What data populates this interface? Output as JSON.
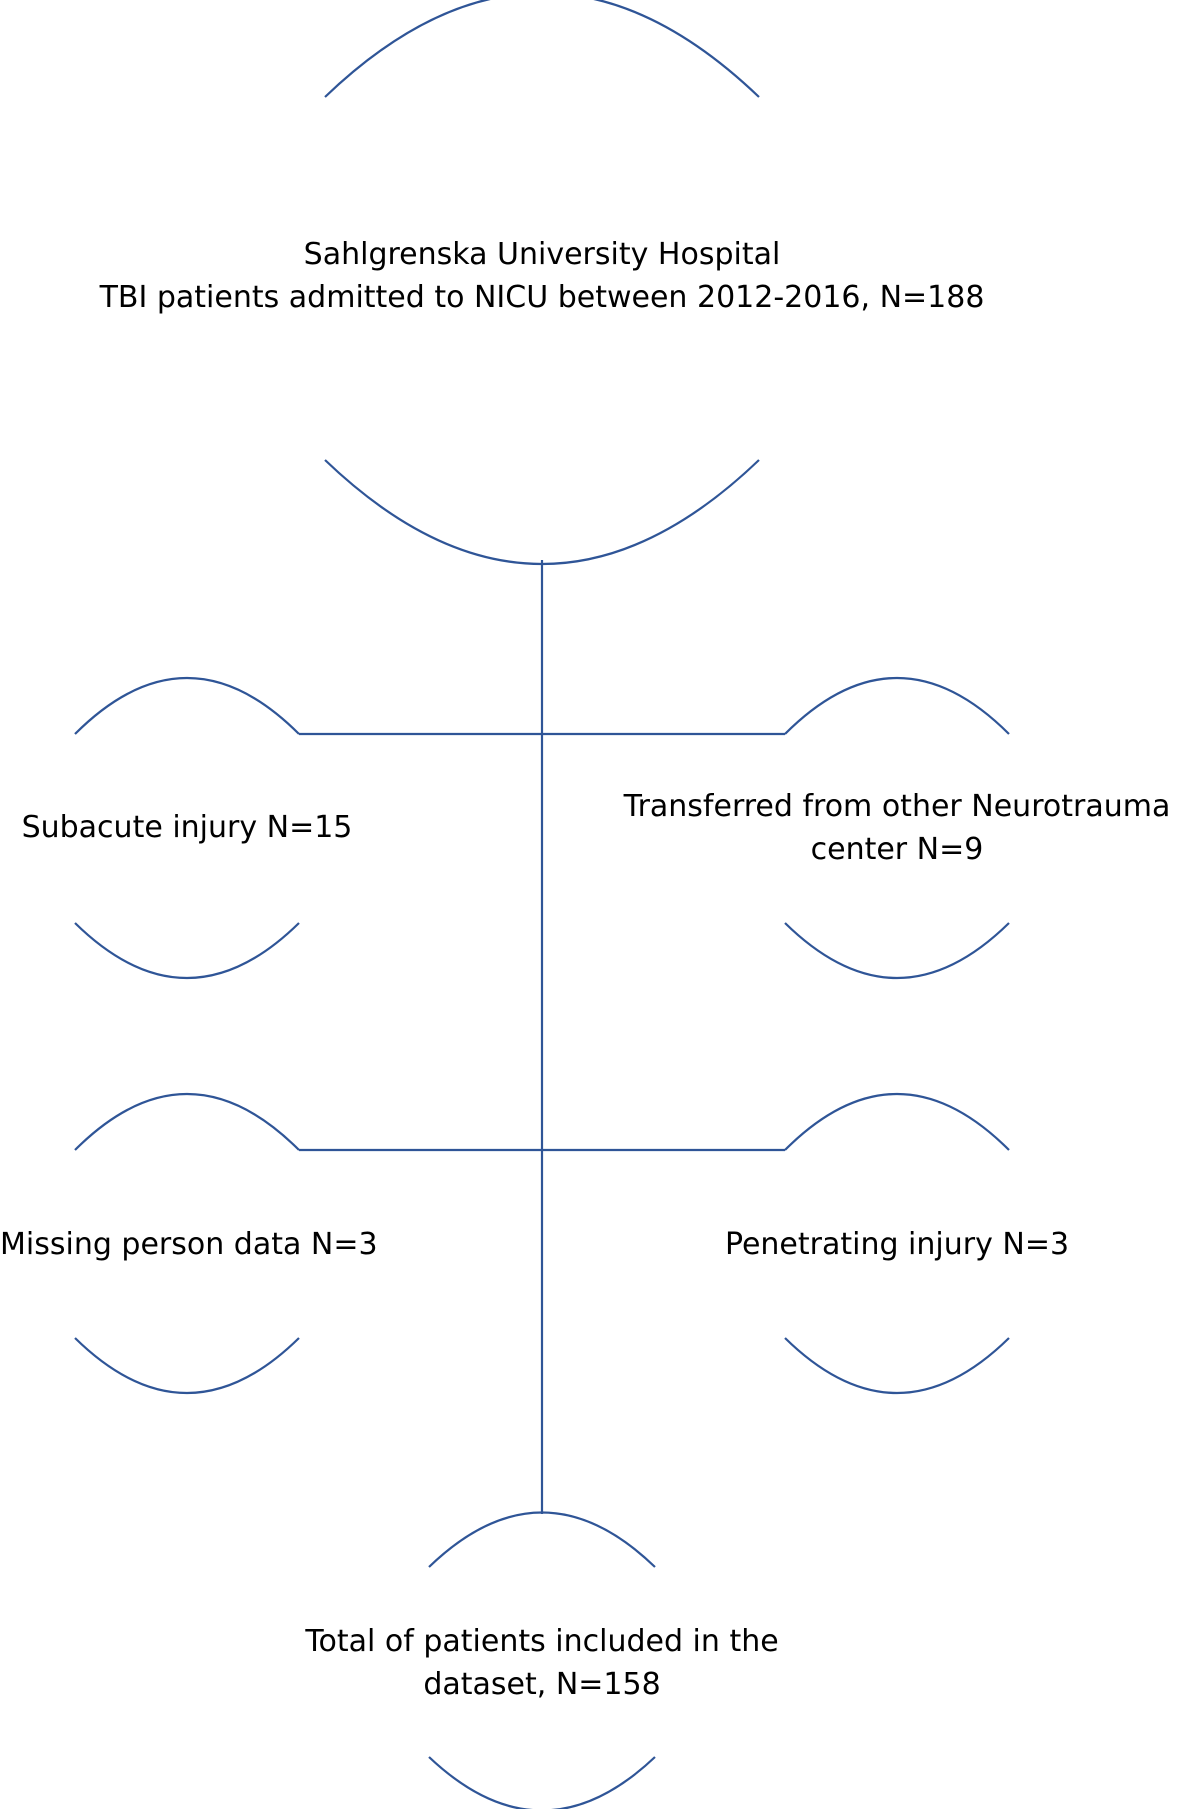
{
  "line_color": "#2F5597",
  "text_color": "#000000",
  "nodes": {
    "top": {
      "line1": "Sahlgrenska University Hospital",
      "line2": "TBI patients admitted to NICU between 2012-2016, N=188"
    },
    "subacute": {
      "line1": "Subacute injury N=15"
    },
    "transferred": {
      "line1": "Transferred from other Neurotrauma",
      "line2": "center N=9"
    },
    "missing": {
      "line1": "Missing person data N=3"
    },
    "penetrating": {
      "line1": "Penetrating injury N=3"
    },
    "total": {
      "line1": "Total of patients included in the",
      "line2": "dataset, N=158"
    }
  }
}
